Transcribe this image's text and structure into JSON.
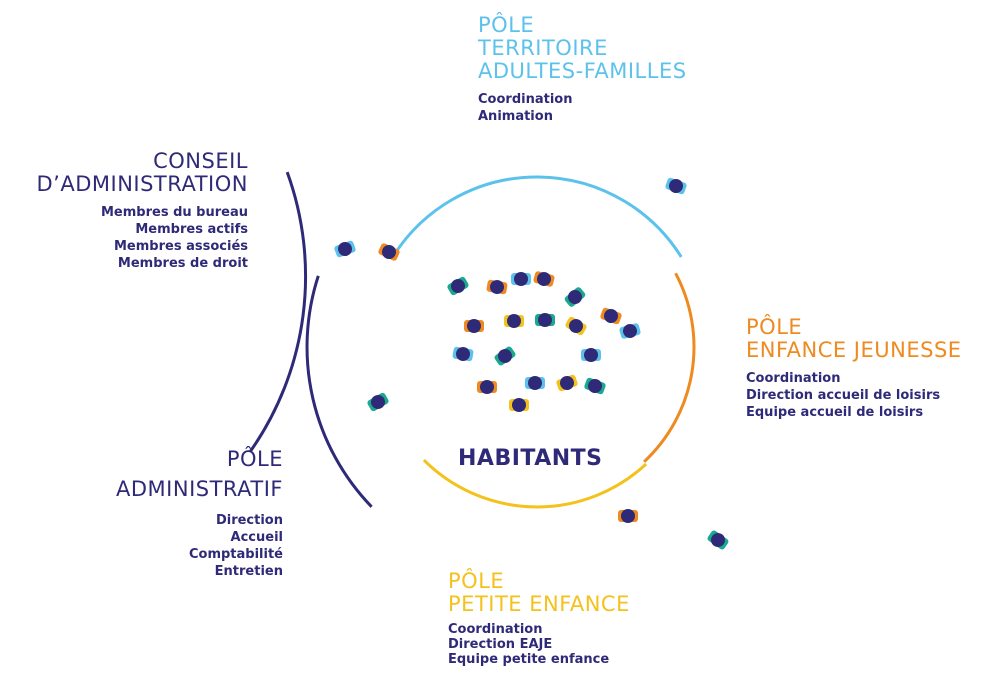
{
  "colors": {
    "navy": "#2e2a78",
    "light_blue": "#5cc2ec",
    "orange": "#ee8a1f",
    "yellow": "#f4c21c",
    "teal": "#1ca88f"
  },
  "center": {
    "label": "HABITANTS"
  },
  "poles": {
    "territoire": {
      "title_lines": [
        "PÔLE",
        "TERRITOIRE",
        "ADULTES-FAMILLES"
      ],
      "items": [
        "Coordination",
        "Animation"
      ]
    },
    "conseil": {
      "title_lines": [
        "CONSEIL",
        "D’ADMINISTRATION"
      ],
      "items": [
        "Membres du bureau",
        "Membres actifs",
        "Membres associés",
        "Membres de droit"
      ]
    },
    "enfance_jeunesse": {
      "title_lines": [
        "PÔLE",
        "ENFANCE JEUNESSE"
      ],
      "items": [
        "Coordination",
        "Direction accueil de loisirs",
        "Equipe accueil de loisirs"
      ]
    },
    "administratif": {
      "title_lines": [
        "PÔLE",
        "ADMINISTRATIF"
      ],
      "items": [
        "Direction",
        "Accueil",
        "Comptabilité",
        "Entretien"
      ]
    },
    "petite_enfance": {
      "title_lines": [
        "PÔLE",
        "PETITE ENFANCE"
      ],
      "items": [
        "Coordination",
        "Direction EAJE",
        "Equipe petite enfance"
      ]
    }
  }
}
